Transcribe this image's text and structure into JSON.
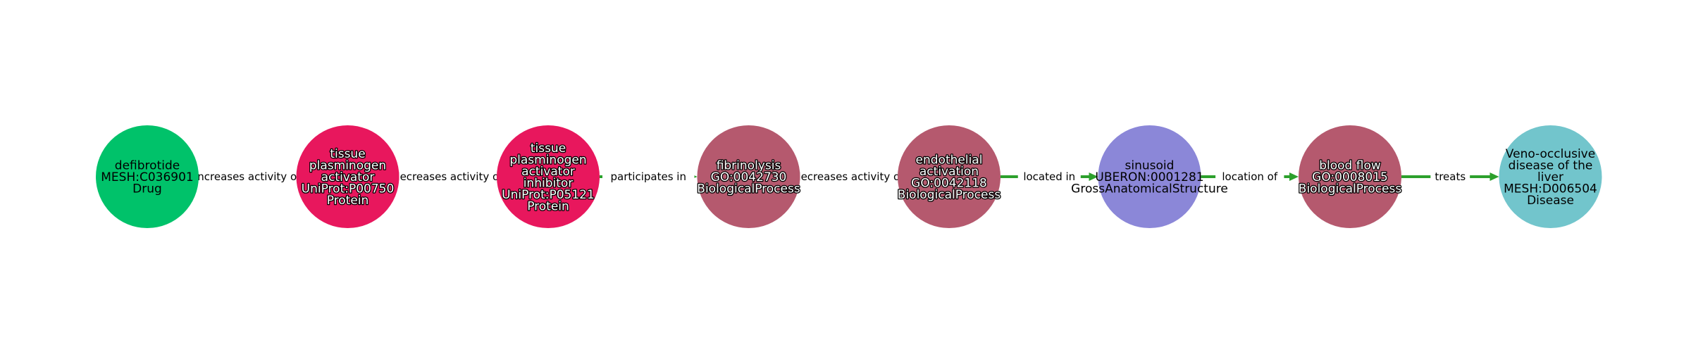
{
  "nodes": [
    {
      "id": "defibrotide",
      "lines": [
        "defibrotide",
        "MESH:C036901",
        "Drug"
      ],
      "color": "#00c26a",
      "text_style": "plain"
    },
    {
      "id": "tpa",
      "lines": [
        "tissue",
        "plasminogen",
        "activator",
        "UniProt:P00750",
        "Protein"
      ],
      "color": "#e8175d",
      "text_style": "outlined"
    },
    {
      "id": "pai",
      "lines": [
        "tissue",
        "plasminogen",
        "activator",
        "inhibitor",
        "UniProt:P05121",
        "Protein"
      ],
      "color": "#e8175d",
      "text_style": "outlined"
    },
    {
      "id": "fibrinolysis",
      "lines": [
        "fibrinolysis",
        "GO:0042730",
        "BiologicalProcess"
      ],
      "color": "#b5596e",
      "text_style": "outlined"
    },
    {
      "id": "endothelial",
      "lines": [
        "endothelial",
        "activation",
        "GO:0042118",
        "BiologicalProcess"
      ],
      "color": "#b5596e",
      "text_style": "outlined"
    },
    {
      "id": "sinusoid",
      "lines": [
        "sinusoid",
        "UBERON:0001281",
        "GrossAnatomicalStructure"
      ],
      "color": "#8b87d8",
      "text_style": "plain"
    },
    {
      "id": "bloodflow",
      "lines": [
        "blood flow",
        "GO:0008015",
        "BiologicalProcess"
      ],
      "color": "#b5596e",
      "text_style": "outlined"
    },
    {
      "id": "vod",
      "lines": [
        "Veno-occlusive",
        "disease of the",
        "liver",
        "MESH:D006504",
        "Disease"
      ],
      "color": "#72c5cc",
      "text_style": "plain"
    }
  ],
  "edges": [
    {
      "source": "defibrotide",
      "target": "tpa",
      "label": "increases activity of"
    },
    {
      "source": "tpa",
      "target": "pai",
      "label": "decreases activity of"
    },
    {
      "source": "pai",
      "target": "fibrinolysis",
      "label": "participates in"
    },
    {
      "source": "fibrinolysis",
      "target": "endothelial",
      "label": "decreases activity of"
    },
    {
      "source": "endothelial",
      "target": "sinusoid",
      "label": "located in"
    },
    {
      "source": "sinusoid",
      "target": "bloodflow",
      "label": "location of"
    },
    {
      "source": "bloodflow",
      "target": "vod",
      "label": "treats"
    }
  ],
  "colors": {
    "edge": "#2ca02c"
  }
}
